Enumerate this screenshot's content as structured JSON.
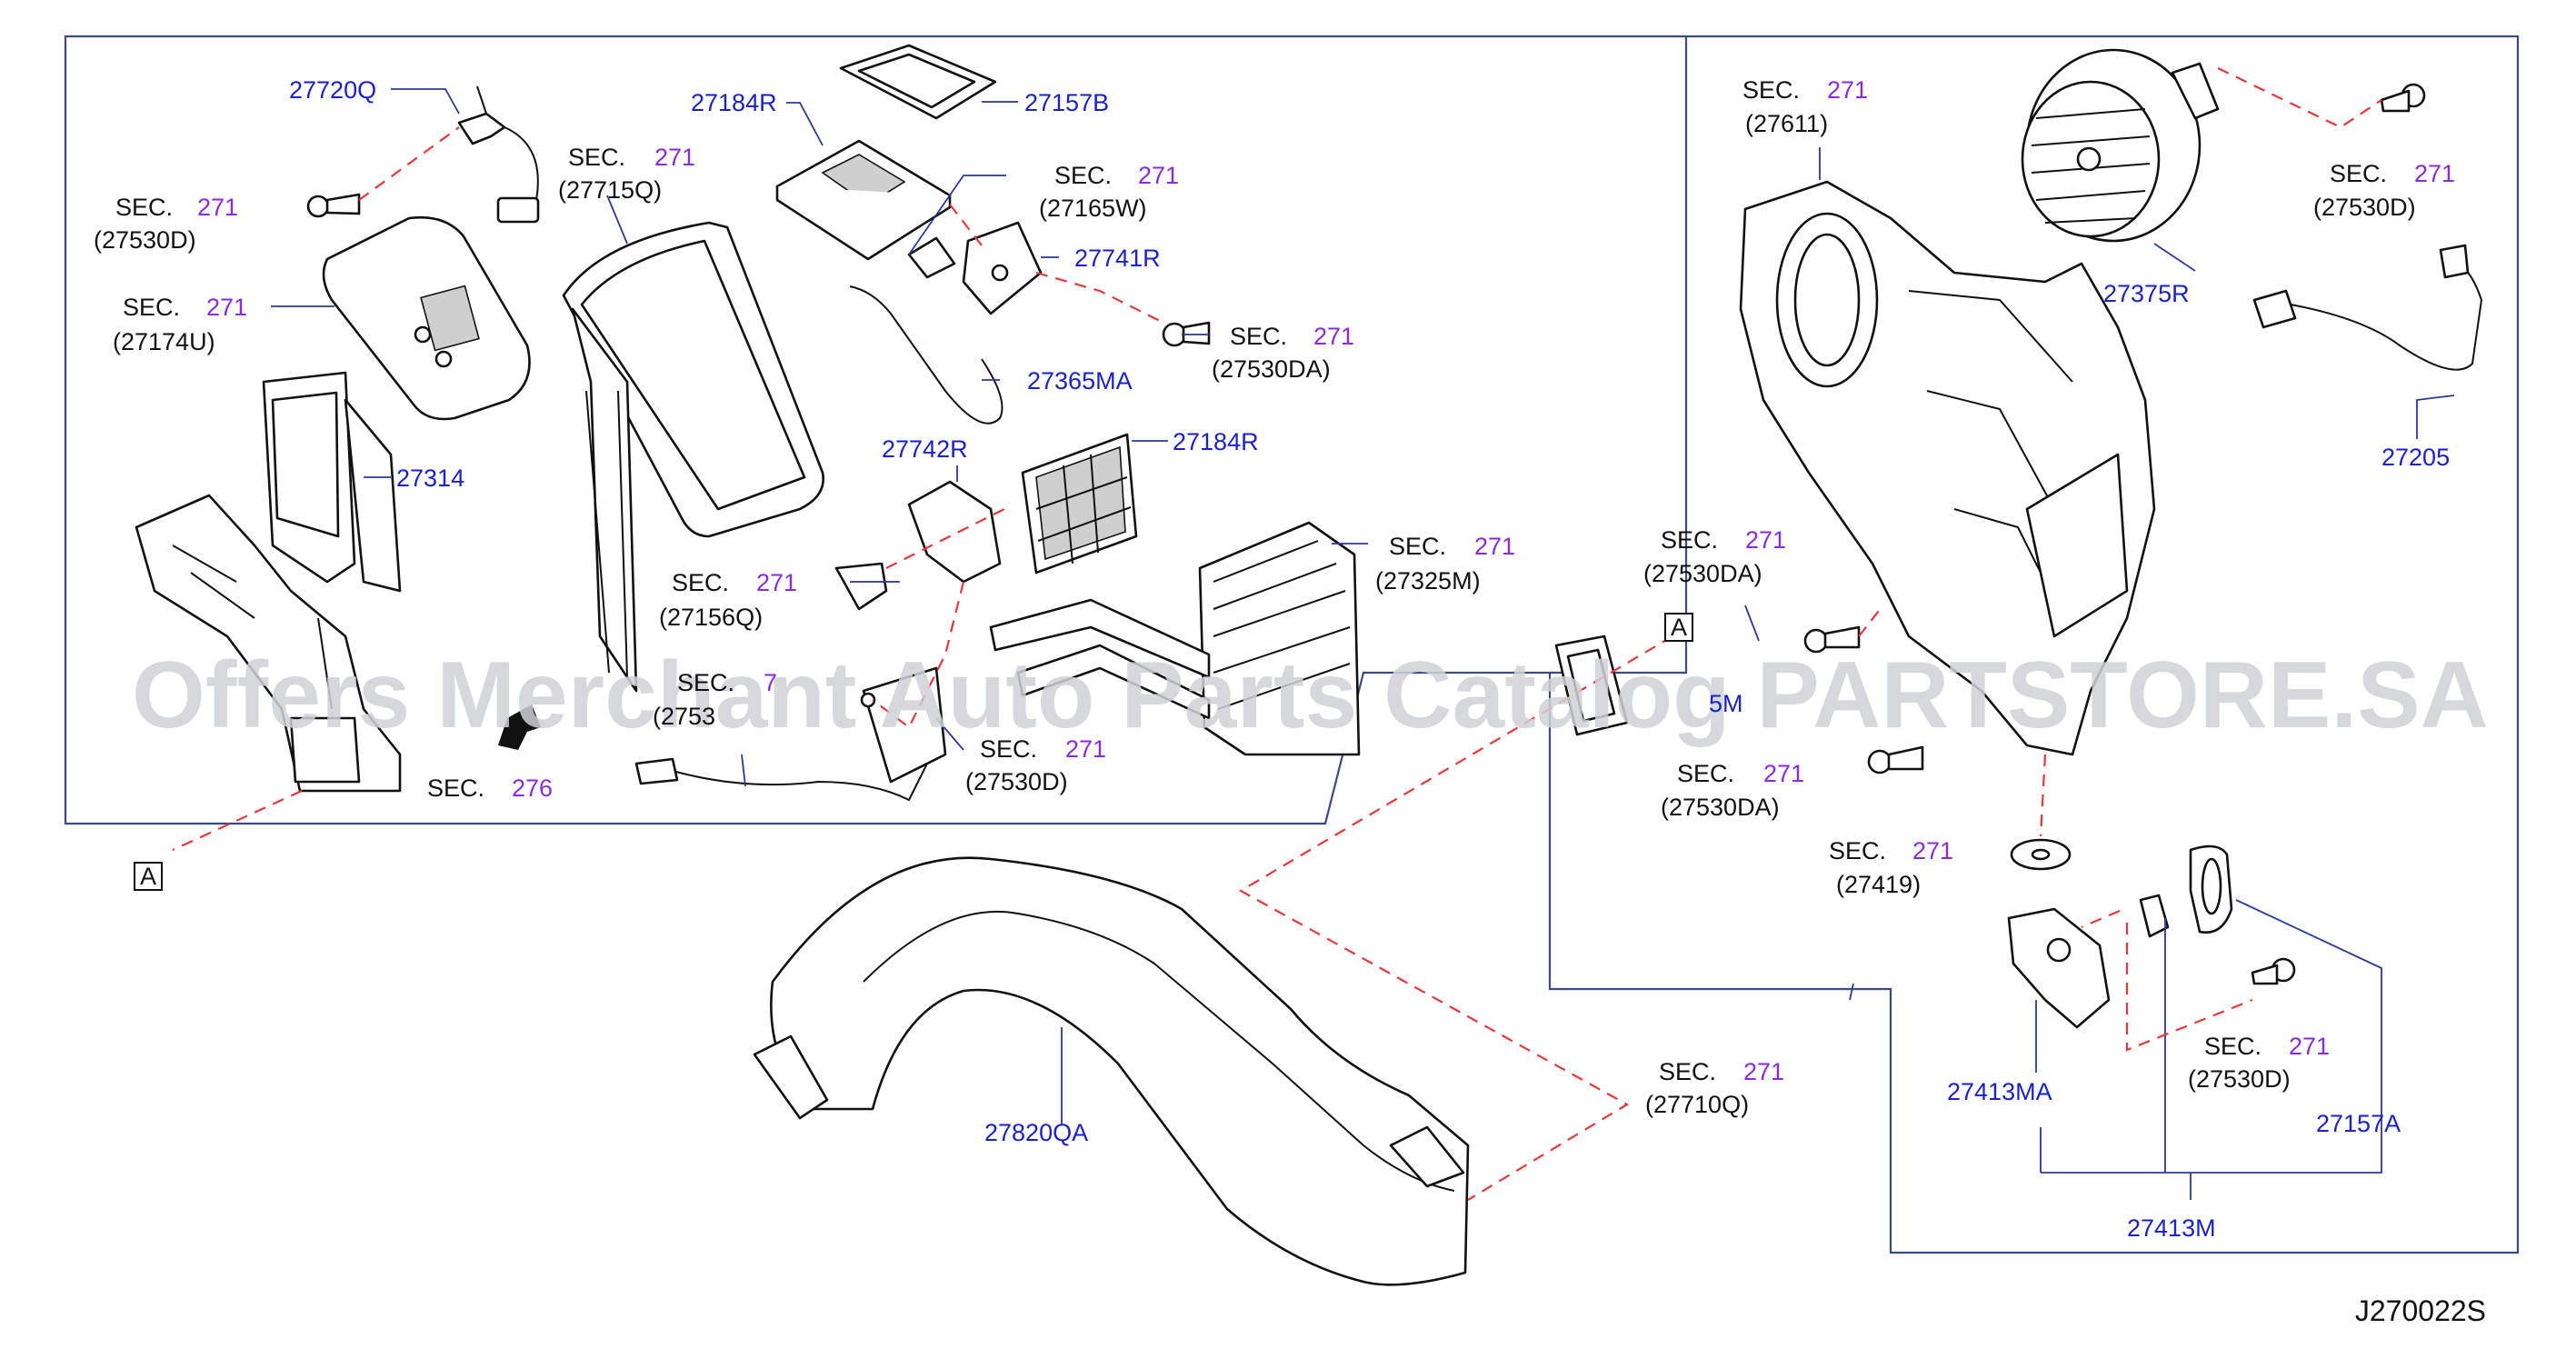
{
  "diagram": {
    "watermark": "Offers Merchant Auto Parts Catalog PARTSTORE.SA",
    "drawing_code": "J270022S",
    "ref_marker": "A",
    "sec_word": "SEC.",
    "parts": {
      "p27720Q": "27720Q",
      "p27184R_top": "27184R",
      "p27157B": "27157B",
      "p27741R": "27741R",
      "p27365MA": "27365MA",
      "p27742R": "27742R",
      "p27184R_mid": "27184R",
      "p27314": "27314",
      "p27820QA": "27820QA",
      "p27375R": "27375R",
      "p27205": "27205",
      "p27413MA": "27413MA",
      "p27157A": "27157A",
      "p27413M": "27413M",
      "p27365M_partial": "5M"
    },
    "sec_refs": {
      "s1": {
        "num": "271",
        "code": "(27530D)"
      },
      "s2": {
        "num": "271",
        "code": "(27174U)"
      },
      "s3": {
        "num": "271",
        "code": "(27715Q)"
      },
      "s4": {
        "num": "271",
        "code": "(27165W)"
      },
      "s5": {
        "num": "271",
        "code": "(27530DA)"
      },
      "s6": {
        "num": "271",
        "code": "(27156Q)"
      },
      "s7": {
        "num": "271",
        "code": "(27325M)"
      },
      "s8": {
        "num": "271",
        "code": "(27530D)"
      },
      "s9": {
        "num": "276"
      },
      "s10": {
        "num": "271",
        "code": "(27611)"
      },
      "s11": {
        "num": "271",
        "code": "(27530D)"
      },
      "s12": {
        "num": "271",
        "code": "(27530DA)"
      },
      "s13": {
        "num": "271",
        "code": "(27530DA)"
      },
      "s14": {
        "num": "271",
        "code": "(27419)"
      },
      "s15": {
        "num": "271",
        "code": "(27530D)"
      },
      "s16": {
        "num": "271",
        "code": "(27710Q)"
      },
      "s17": {
        "num": "7",
        "code": "(2753"
      }
    }
  }
}
